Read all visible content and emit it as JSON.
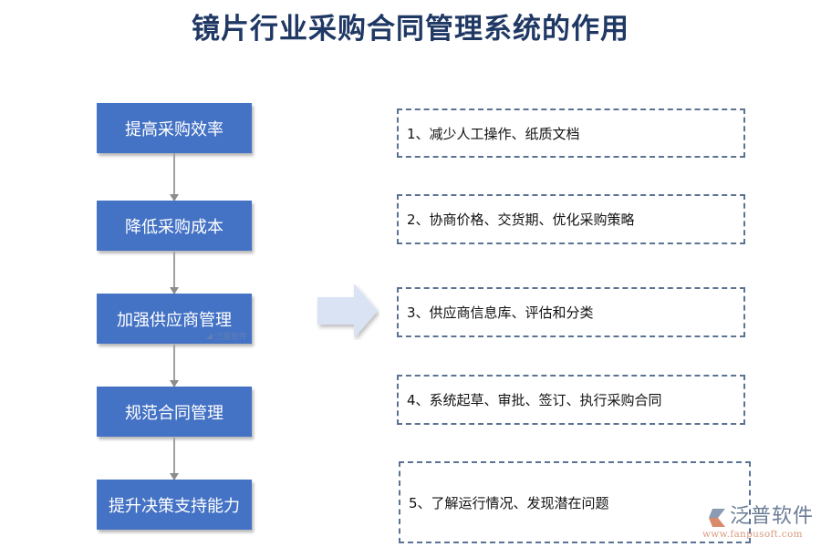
{
  "title": "镜片行业采购合同管理系统的作用",
  "steps": [
    {
      "label": "提高采购效率"
    },
    {
      "label": "降低采购成本"
    },
    {
      "label": "加强供应商管理"
    },
    {
      "label": "规范合同管理"
    },
    {
      "label": "提升决策支持能力"
    }
  ],
  "descriptions": [
    {
      "text": "1、减少人工操作、纸质文档"
    },
    {
      "text": "2、协商价格、交货期、优化采购策略"
    },
    {
      "text": "3、供应商信息库、评估和分类"
    },
    {
      "text": "4、系统起草、审批、签订、执行采购合同"
    },
    {
      "text": "5、了解运行情况、发现潜在问题"
    }
  ],
  "watermark": {
    "small_text": "泛普软件",
    "brand_cn": "泛普软件",
    "brand_url": "www.fanpusoft.com"
  },
  "colors": {
    "title": "#1f3864",
    "step_fill": "#4472c4",
    "connector": "#a0a0a0",
    "arrow_fill": "#dae3f3",
    "dashed_border": "#5b7393"
  }
}
